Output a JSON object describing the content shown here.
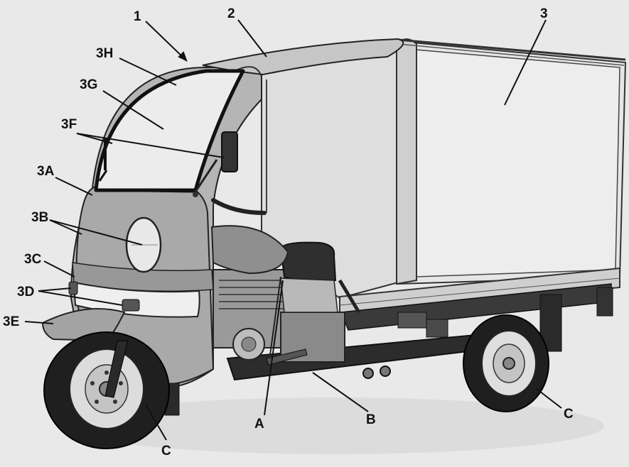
{
  "labels": {
    "l1": "1",
    "l2": "2",
    "l3": "3",
    "l3H": "3H",
    "l3G": "3G",
    "l3F": "3F",
    "l3A": "3A",
    "l3B": "3B",
    "l3C": "3C",
    "l3D": "3D",
    "l3E": "3E",
    "lA": "A",
    "lB": "B",
    "lC1": "C",
    "lC2": "C"
  }
}
